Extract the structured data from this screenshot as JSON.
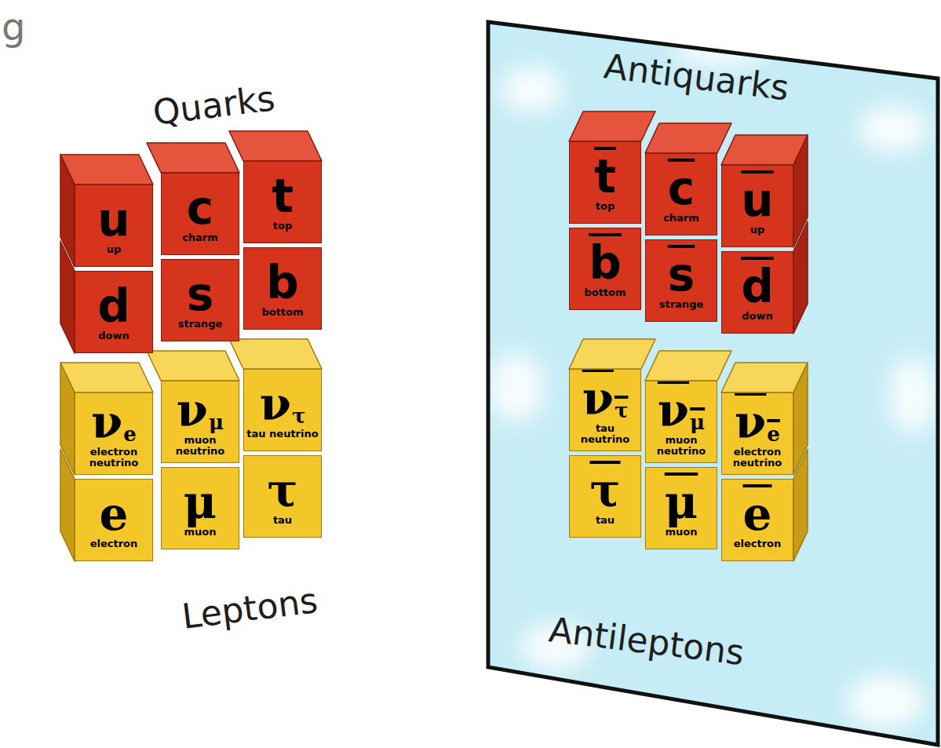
{
  "diagram": {
    "nodes": [
      {
        "text": [
          "u",
          "up"
        ]
      },
      {
        "text": [
          "c",
          "charm"
        ]
      },
      {
        "text": [
          "t",
          "top"
        ]
      },
      {
        "text": [
          "d",
          "down"
        ]
      },
      {
        "text": [
          "s",
          "strange"
        ]
      },
      {
        "text": [
          "b",
          "bottom"
        ]
      },
      {
        "text": [
          "νe",
          "electron neutrino"
        ]
      },
      {
        "text": [
          "νμ",
          "muon neutrino"
        ]
      },
      {
        "text": [
          "ντ",
          "tau neutrino"
        ]
      },
      {
        "text": [
          "e",
          "electron"
        ]
      },
      {
        "text": [
          "μ",
          "muon"
        ]
      },
      {
        "text": [
          "τ",
          "tau"
        ]
      },
      {
        "text": [
          "Antiquarks",
          "Antileptons"
        ]
      },
      {
        "text": [
          "t",
          "top"
        ],
        "in": 12
      },
      {
        "text": [
          "c",
          "charm"
        ],
        "in": 12
      },
      {
        "text": [
          "u",
          "up"
        ],
        "in": 12
      },
      {
        "text": [
          "b",
          "bottom"
        ],
        "in": 12
      },
      {
        "text": [
          "s",
          "strange"
        ],
        "in": 12
      },
      {
        "text": [
          "d",
          "down"
        ],
        "in": 12
      },
      {
        "text": [
          "ντ",
          "tau neutrino"
        ],
        "in": 12
      },
      {
        "text": [
          "νμ",
          "muon neutrino"
        ],
        "in": 12
      },
      {
        "text": [
          "νe",
          "electron neutrino"
        ],
        "in": 12
      },
      {
        "text": [
          "τ",
          "tau"
        ],
        "in": 12
      },
      {
        "text": [
          "μ",
          "muon"
        ],
        "in": 12
      },
      {
        "text": [
          "e",
          "electron"
        ],
        "in": 12
      }
    ],
    "labels": [
      "g",
      "Quarks",
      "Leptons"
    ]
  }
}
